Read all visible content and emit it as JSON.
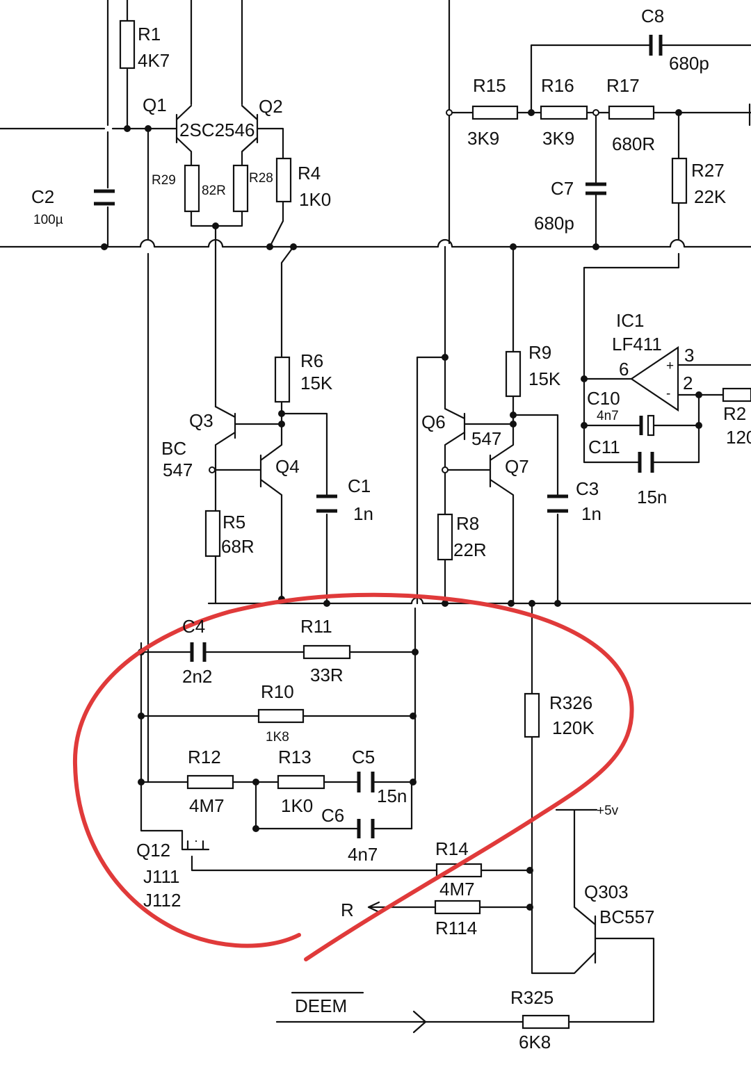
{
  "labels": {
    "r1": "R1",
    "r1_val": "4K7",
    "q1": "Q1",
    "q2": "Q2",
    "q12_type": "2SC2546",
    "r29": "R29",
    "r29_val": "82R",
    "r28": "R28",
    "r4": "R4",
    "r4_val": "1K0",
    "c2": "C2",
    "c2_val": "100µ",
    "r15": "R15",
    "r15_val": "3K9",
    "r16": "R16",
    "r16_val": "3K9",
    "r17": "R17",
    "r17_val": "680R",
    "c8": "C8",
    "c8_val": "680p",
    "c7": "C7",
    "c7_val": "680p",
    "r27": "R27",
    "r27_val": "22K",
    "ic1": "IC1",
    "ic1_type": "LF411",
    "pin3": "3",
    "pin2": "2",
    "pin6": "6",
    "r2": "R2",
    "r2_val": "120",
    "c10": "C10",
    "c10_val": "4n7",
    "c11": "C11",
    "c11_val": "15n",
    "r6": "R6",
    "r6_val": "15K",
    "r9": "R9",
    "r9_val": "15K",
    "q3": "Q3",
    "q3_type1": "BC",
    "q3_type2": "547",
    "q4": "Q4",
    "q6": "Q6",
    "q6_type": "547",
    "q7": "Q7",
    "r5": "R5",
    "r5_val": "68R",
    "r8": "R8",
    "r8_val": "22R",
    "c1": "C1",
    "c1_val": "1n",
    "c3": "C3",
    "c3_val": "1n",
    "c4": "C4",
    "c4_val": "2n2",
    "r11": "R11",
    "r11_val": "33R",
    "r10": "R10",
    "r10_val": "1K8",
    "r12": "R12",
    "r12_val": "4M7",
    "r13": "R13",
    "r13_val": "1K0",
    "c5": "C5",
    "c5_val": "15n",
    "c6": "C6",
    "c6_val": "4n7",
    "r326": "R326",
    "r326_val": "120K",
    "q12": "Q12",
    "q12_t1": "J111",
    "q12_t2": "J112",
    "r14": "R14",
    "r14_val": "4M7",
    "r114": "R114",
    "r_out": "R",
    "plus5v": "+5v",
    "q303": "Q303",
    "q303_type": "BC557",
    "deem": "DEEM",
    "r325": "R325",
    "r325_val": "6K8"
  },
  "colors": {
    "ink": "#111111",
    "highlight": "#e03a3a",
    "paper": "#ffffff"
  }
}
